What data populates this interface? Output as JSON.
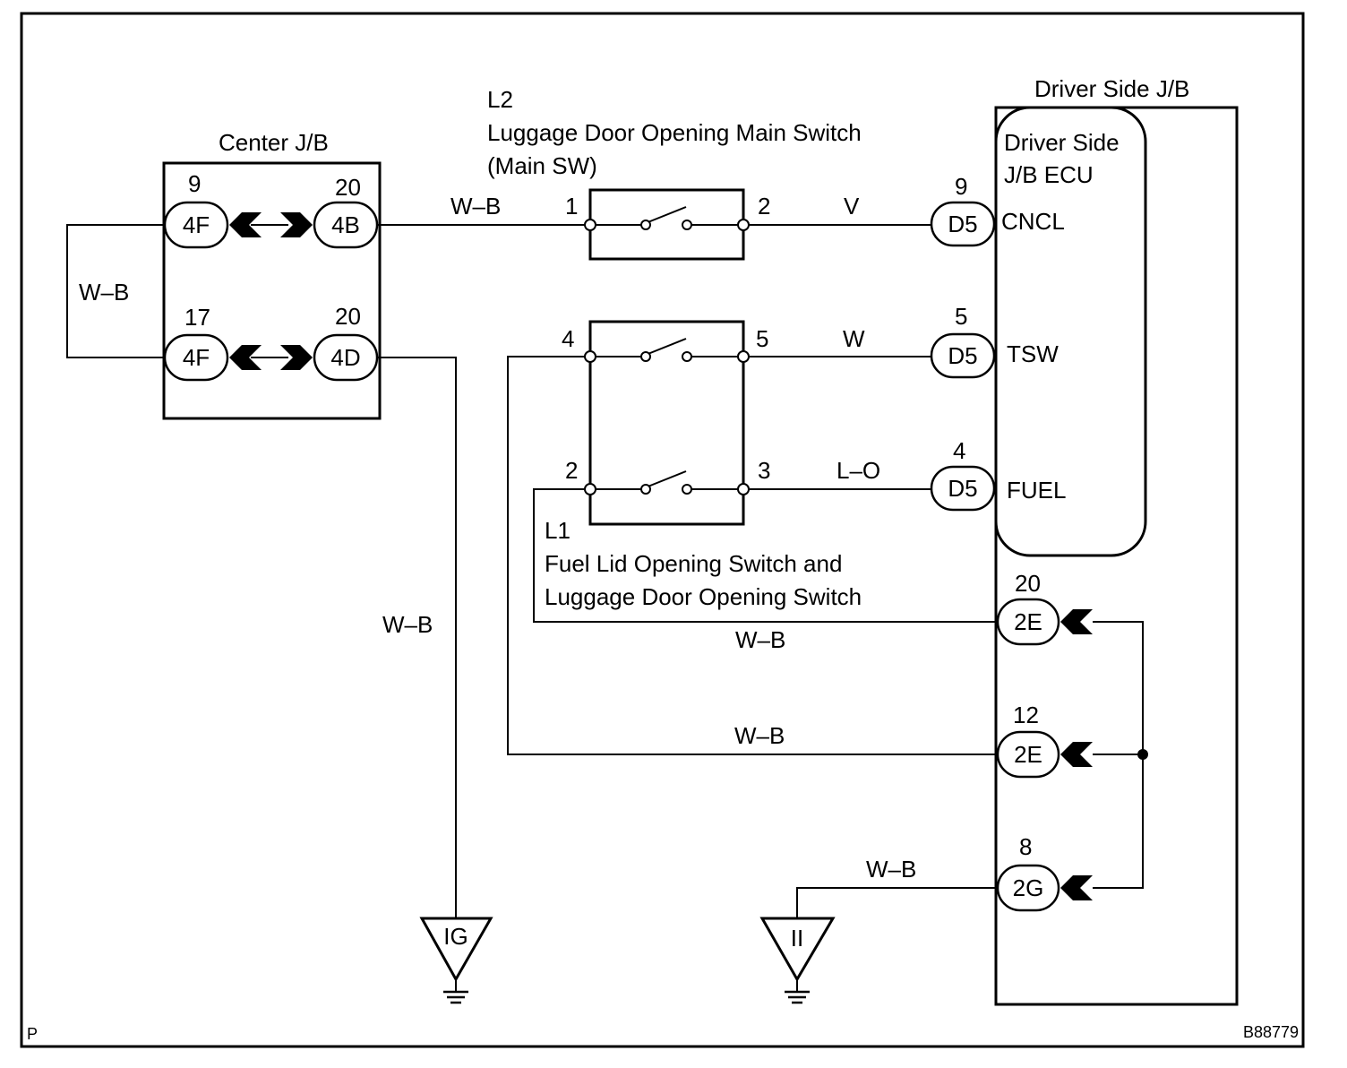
{
  "center_jb": {
    "title": "Center J/B",
    "connectors": [
      {
        "id": "4F",
        "pin": "9"
      },
      {
        "id": "4B",
        "pin": "20"
      },
      {
        "id": "4F",
        "pin": "17"
      },
      {
        "id": "4D",
        "pin": "20"
      }
    ]
  },
  "main_switch": {
    "code": "L2",
    "name": "Luggage Door Opening Main Switch",
    "alias": "(Main SW)",
    "pins": [
      "1",
      "2"
    ]
  },
  "fuel_switch": {
    "code": "L1",
    "name_line1": "Fuel Lid Opening Switch and",
    "name_line2": "Luggage Door Opening Switch",
    "pins": [
      "4",
      "5",
      "2",
      "3"
    ]
  },
  "driver_jb": {
    "title": "Driver Side J/B",
    "ecu_line1": "Driver Side",
    "ecu_line2": "J/B ECU",
    "ecu_connectors": [
      {
        "id": "D5",
        "pin": "9",
        "signal": "CNCL"
      },
      {
        "id": "D5",
        "pin": "5",
        "signal": "TSW"
      },
      {
        "id": "D5",
        "pin": "4",
        "signal": "FUEL"
      }
    ],
    "connectors": [
      {
        "id": "2E",
        "pin": "20"
      },
      {
        "id": "2E",
        "pin": "12"
      },
      {
        "id": "2G",
        "pin": "8"
      }
    ]
  },
  "wires": {
    "loop": "W–B",
    "cjb_to_main": "W–B",
    "main_to_cncl": "V",
    "tsw": "W",
    "fuel": "L–O",
    "to_ig": "W–B",
    "fuel_sw_to_2e20": "W–B",
    "fuel_sw_to_2e12": "W–B",
    "ground_ii": "W–B"
  },
  "grounds": [
    "IG",
    "II"
  ],
  "footer": {
    "left": "P",
    "code": "B88779"
  }
}
